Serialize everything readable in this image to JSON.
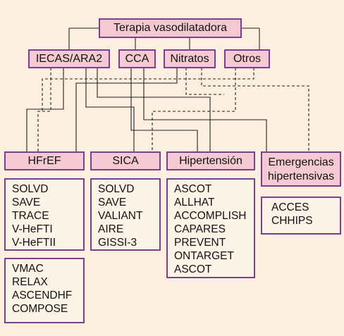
{
  "root": "Terapia vasodilatadora",
  "drugs": {
    "iecas": "IECAS/ARA2",
    "cca": "CCA",
    "nitratos": "Nitratos",
    "otros": "Otros"
  },
  "conditions": {
    "hfref": "HFrEF",
    "sica": "SICA",
    "hipertension": "Hipertensión",
    "emergencias_line1": "Emergencias",
    "emergencias_line2": "hipertensivas"
  },
  "trials": {
    "hfref_a": [
      "SOLVD",
      "SAVE",
      "TRACE",
      "V-HeFTI",
      "V-HeFTII"
    ],
    "hfref_b": [
      "VMAC",
      "RELAX",
      "ASCENDHF",
      "COMPOSE"
    ],
    "sica": [
      "SOLVD",
      "SAVE",
      "VALIANT",
      "AIRE",
      "GISSI-3"
    ],
    "hipertension": [
      "ASCOT",
      "ALLHAT",
      "ACCOMPLISH",
      "CAPARES",
      "PREVENT",
      "ONTARGET",
      "ASCOT"
    ],
    "emergencias": [
      "ACCES",
      "CHHIPS"
    ]
  },
  "colors": {
    "background": "#fcefe0",
    "header_fill": "#f4c9d3",
    "list_fill": "#fdf3e6",
    "border": "#7b3f8c",
    "line": "#222222"
  }
}
